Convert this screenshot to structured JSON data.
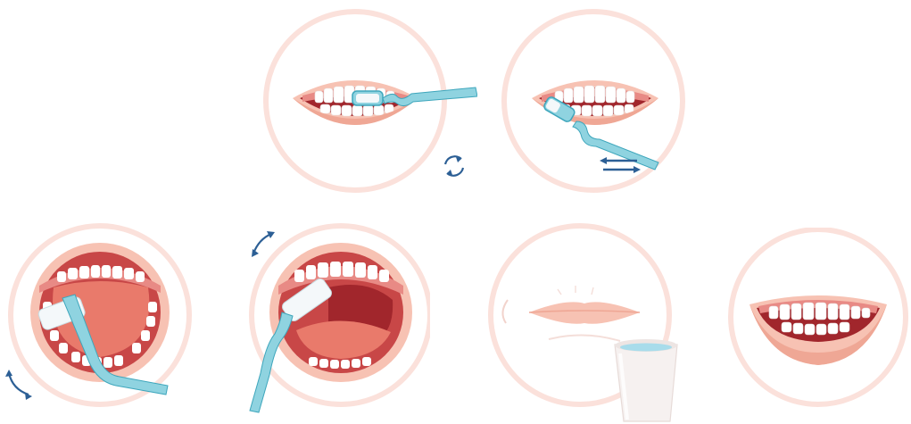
{
  "figure": {
    "description_visible_text": "",
    "steps": [
      {
        "id": 1,
        "action": "brush-outer-front-circular",
        "motion_icon": "circular-arrows-icon"
      },
      {
        "id": 2,
        "action": "brush-outer-side-back-and-forth",
        "motion_icon": "horizontal-double-arrow-icon"
      },
      {
        "id": 3,
        "action": "brush-lower-inner-teeth-tilted",
        "motion_icon": "curved-double-arrow-icon"
      },
      {
        "id": 4,
        "action": "brush-upper-inner-teeth-tilted",
        "motion_icon": "curved-double-arrow-icon"
      },
      {
        "id": 5,
        "action": "rinse-mouth-with-water",
        "motion_icon": "water-cup-icon"
      },
      {
        "id": 6,
        "action": "clean-smile-result",
        "motion_icon": ""
      }
    ]
  },
  "colors": {
    "ring": "#FBE1DB",
    "lip": "#F7C2B3",
    "lip_dark": "#EFA795",
    "gum": "#E88A85",
    "mouth_dark": "#A1262C",
    "mouth_mid": "#C84747",
    "tongue": "#E97A6B",
    "tooth": "#FFFFFF",
    "tooth_shade": "#EDEDED",
    "brush": "#8FD3E0",
    "brush_dark": "#3EA6BC",
    "bristles": "#F4F8FA",
    "arrow": "#2C5F95",
    "cup": "#F6F1F0",
    "water": "#A8DCEB"
  }
}
